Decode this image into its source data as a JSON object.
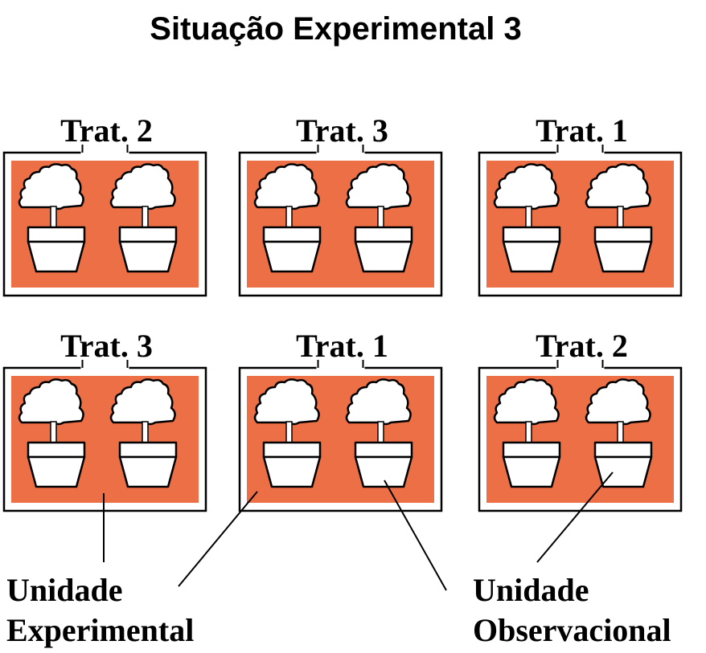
{
  "title": "Situação Experimental 3",
  "units": [
    {
      "row": 1,
      "col": 1,
      "treatment": "Trat. 2"
    },
    {
      "row": 1,
      "col": 2,
      "treatment": "Trat. 3"
    },
    {
      "row": 1,
      "col": 3,
      "treatment": "Trat. 1"
    },
    {
      "row": 2,
      "col": 1,
      "treatment": "Trat. 3"
    },
    {
      "row": 2,
      "col": 2,
      "treatment": "Trat. 1"
    },
    {
      "row": 2,
      "col": 3,
      "treatment": "Trat. 2"
    }
  ],
  "callouts": {
    "experimental_unit": {
      "line1": "Unidade",
      "line2": "Experimental"
    },
    "observational_unit": {
      "line1": "Unidade",
      "line2": "Observacional"
    }
  },
  "colors": {
    "field": "#ec6f46",
    "outline": "#000000",
    "background": "#ffffff"
  },
  "plant_icon": "potted-plant-icon"
}
